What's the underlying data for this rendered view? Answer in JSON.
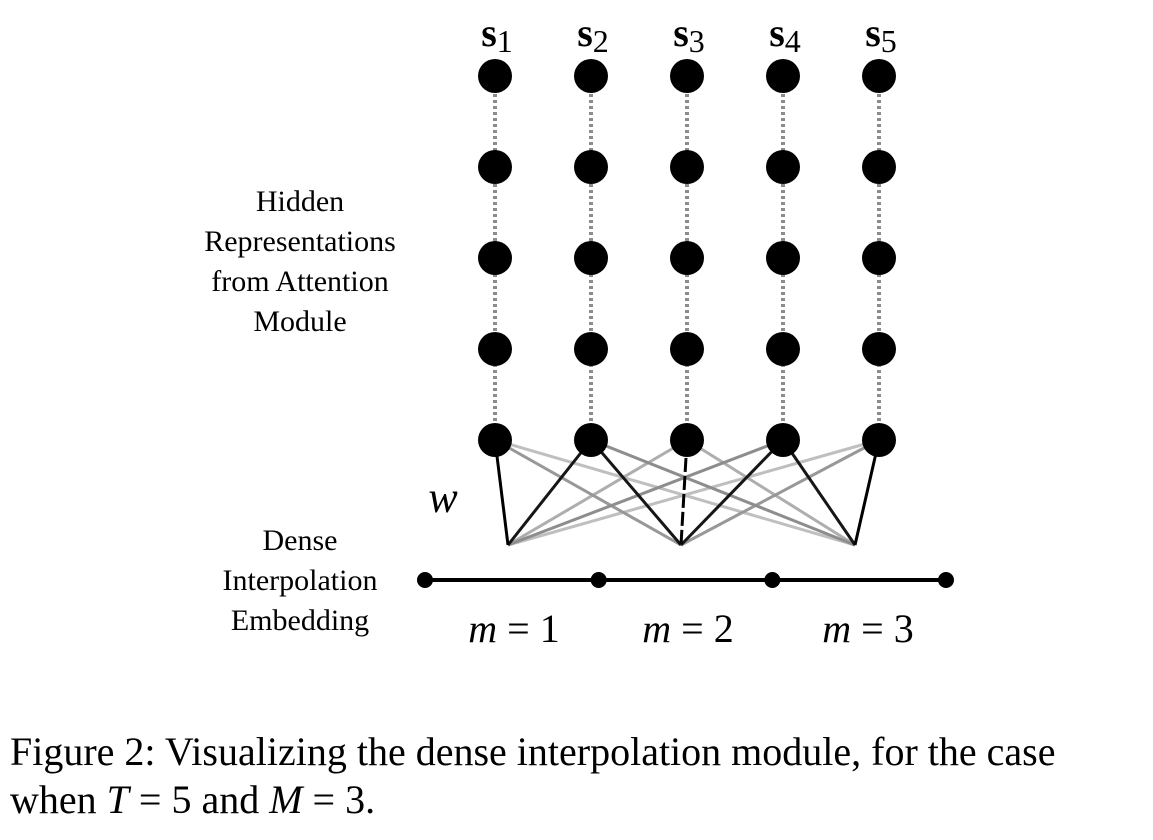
{
  "columns": [
    {
      "symbol": "s",
      "subscript": "1"
    },
    {
      "symbol": "s",
      "subscript": "2"
    },
    {
      "symbol": "s",
      "subscript": "3"
    },
    {
      "symbol": "s",
      "subscript": "4"
    },
    {
      "symbol": "s",
      "subscript": "5"
    }
  ],
  "rows_per_column": 5,
  "hidden_label_lines": [
    "Hidden",
    "Representations",
    "from Attention",
    "Module"
  ],
  "weight_label": "w",
  "dense_label_lines": [
    "Dense",
    "Interpolation",
    "Embedding"
  ],
  "segments": [
    {
      "variable": "m",
      "relation": "=",
      "value": "1"
    },
    {
      "variable": "m",
      "relation": "=",
      "value": "2"
    },
    {
      "variable": "m",
      "relation": "=",
      "value": "3"
    }
  ],
  "connections": [
    {
      "from": 1,
      "to": 1,
      "weight": 1.0
    },
    {
      "from": 1,
      "to": 2,
      "weight": 0.3
    },
    {
      "from": 1,
      "to": 3,
      "weight": 0.12
    },
    {
      "from": 2,
      "to": 1,
      "weight": 0.9
    },
    {
      "from": 2,
      "to": 2,
      "weight": 0.9
    },
    {
      "from": 2,
      "to": 3,
      "weight": 0.35
    },
    {
      "from": 3,
      "to": 1,
      "weight": 0.2
    },
    {
      "from": 3,
      "to": 2,
      "weight": 1.0
    },
    {
      "from": 3,
      "to": 3,
      "weight": 0.2
    },
    {
      "from": 4,
      "to": 1,
      "weight": 0.35
    },
    {
      "from": 4,
      "to": 2,
      "weight": 0.9
    },
    {
      "from": 4,
      "to": 3,
      "weight": 0.9
    },
    {
      "from": 5,
      "to": 1,
      "weight": 0.12
    },
    {
      "from": 5,
      "to": 2,
      "weight": 0.3
    },
    {
      "from": 5,
      "to": 3,
      "weight": 1.0
    }
  ],
  "colors": {
    "node": "#000000",
    "dotted_link": "#8c8c8c",
    "strong_edge": "#000000",
    "weak_edge": "#d9d9d9"
  },
  "caption": {
    "prefix": "Figure 2: Visualizing the dense interpolation module, for the case when ",
    "t_var": "T",
    "t_value": "5",
    "and_word": "and",
    "m_var": "M",
    "m_value": "3",
    "equals": "=",
    "end": "."
  }
}
